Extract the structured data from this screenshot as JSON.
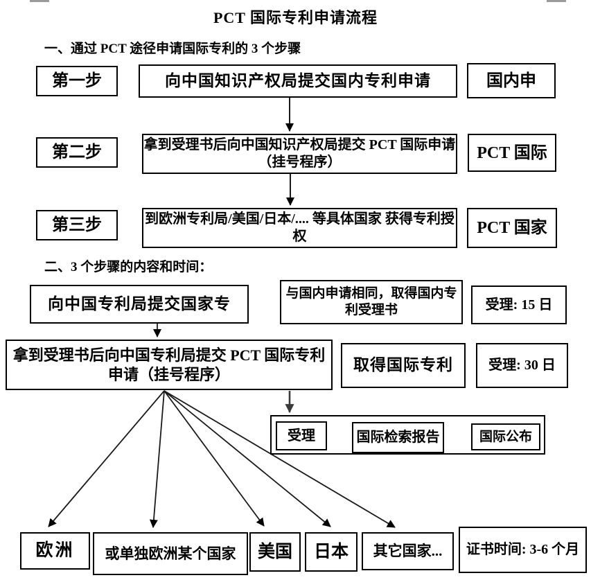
{
  "title": "PCT 国际专利申请流程",
  "section1": {
    "heading": "一、通过 PCT 途径申请国际专利的 3 个步骤",
    "rows": [
      {
        "step": "第一步",
        "action": "向中国知识产权局提交国内专利申请",
        "tag": "国内申"
      },
      {
        "step": "第二步",
        "action": "拿到受理书后向中国知识产权局提交 PCT 国际申请（挂号程序）",
        "tag": "PCT 国际"
      },
      {
        "step": "第三步",
        "action": "到欧洲专利局/美国/日本/.... 等具体国家 获得专利授权",
        "tag": "PCT 国家"
      }
    ]
  },
  "section2": {
    "heading": "二、3 个步骤的内容和时间：",
    "rows": [
      {
        "action": "向中国专利局提交国家专",
        "result": "与国内申请相同，取得国内专利受理书",
        "time": "受理: 15 日"
      },
      {
        "action": "拿到受理书后向中国专利局提交 PCT 国际专利申请（挂号程序）",
        "result": "取得国际专利",
        "time": "受理: 30 日"
      }
    ],
    "subflow": [
      "受理",
      "国际检索报告",
      "国际公布"
    ],
    "countries": [
      "欧洲",
      "或单独欧洲某个国家",
      "美国",
      "日本",
      "其它国家..."
    ],
    "certificate_time": "证书时间: 3-6 个月"
  }
}
